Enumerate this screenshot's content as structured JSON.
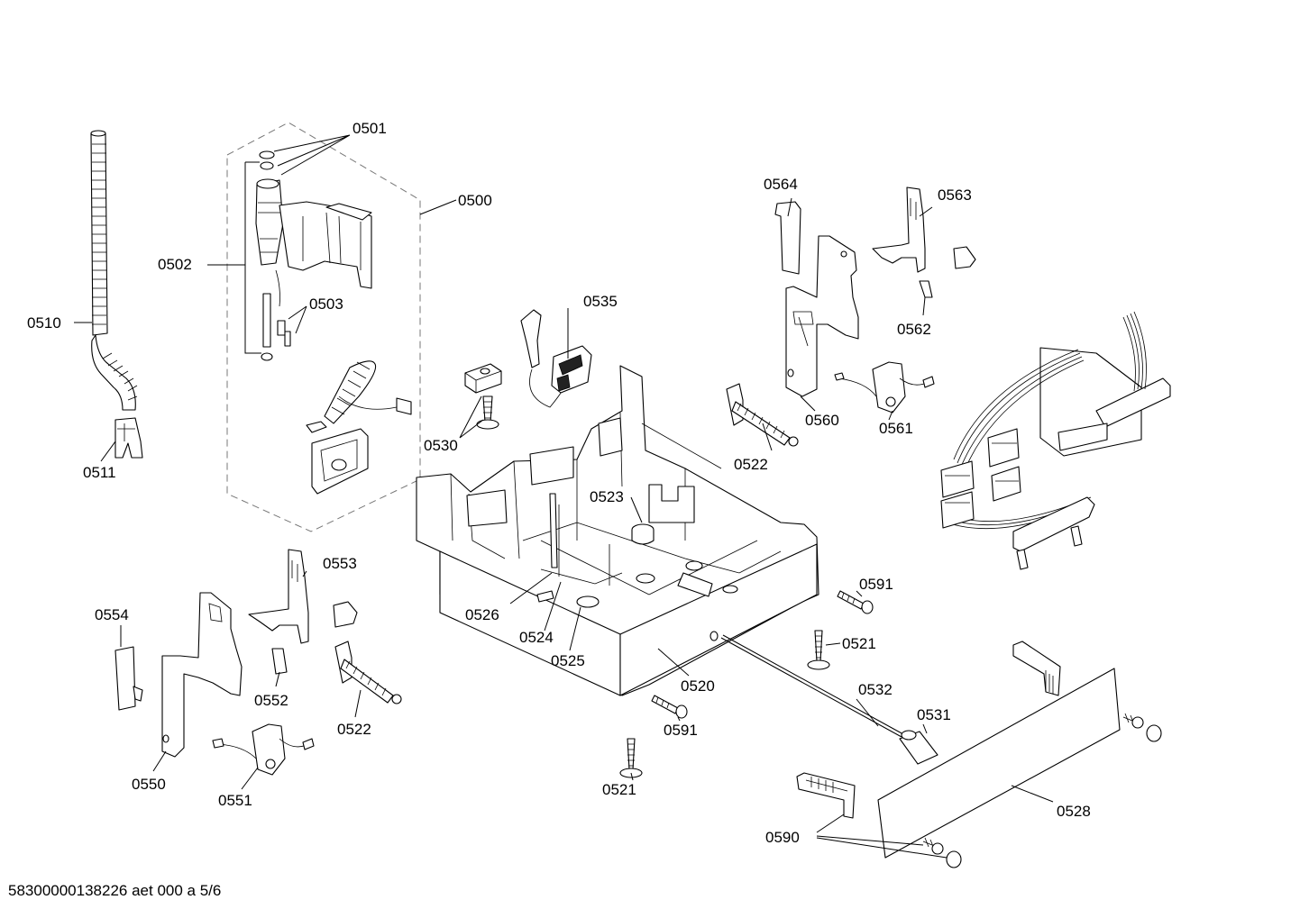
{
  "document_id": "58300000138226 aet 000 a 5/6",
  "labels": {
    "p0501": "0501",
    "p0500": "0500",
    "p0502": "0502",
    "p0503": "0503",
    "p0510": "0510",
    "p0511": "0511",
    "p0535": "0535",
    "p0530": "0530",
    "p0564": "0564",
    "p0563": "0563",
    "p0562": "0562",
    "p0560": "0560",
    "p0561": "0561",
    "p0522a": "0522",
    "p0523": "0523",
    "p0526": "0526",
    "p0524": "0524",
    "p0525": "0525",
    "p0520": "0520",
    "p0553": "0553",
    "p0554": "0554",
    "p0552": "0552",
    "p0522b": "0522",
    "p0550": "0550",
    "p0551": "0551",
    "p0591a": "0591",
    "p0521a": "0521",
    "p0591b": "0591",
    "p0532": "0532",
    "p0531": "0531",
    "p0521b": "0521",
    "p0528": "0528",
    "p0590": "0590"
  }
}
